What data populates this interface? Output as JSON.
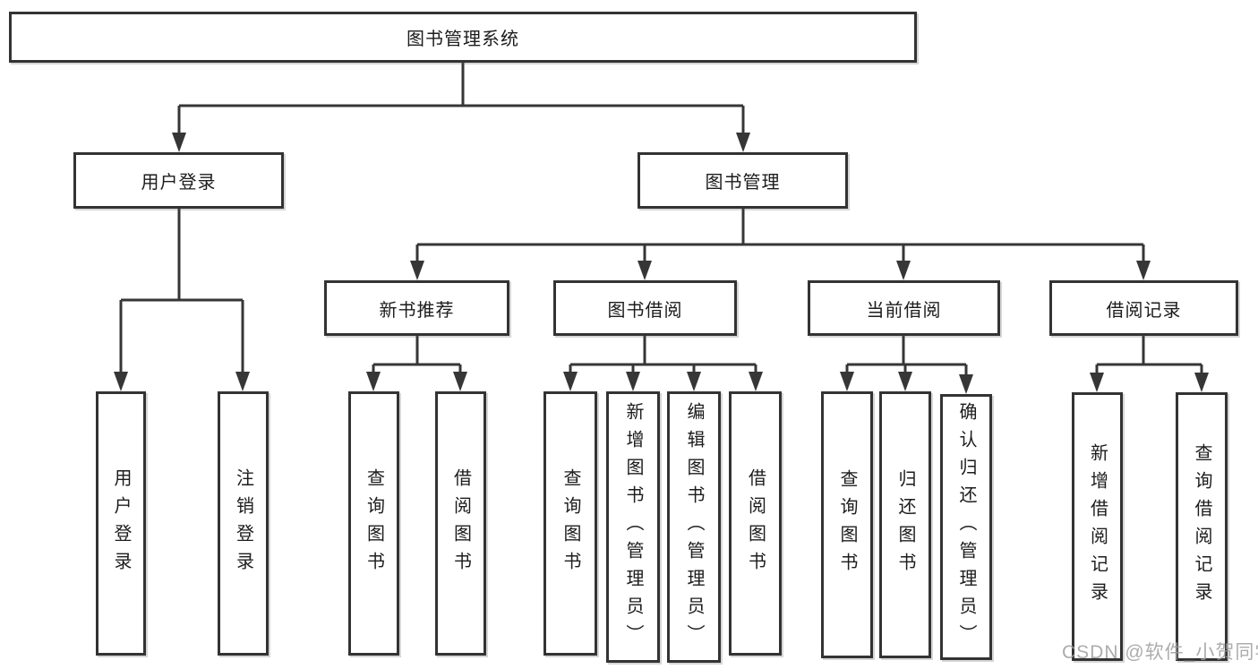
{
  "tree": {
    "label": "图书管理系统",
    "children": [
      {
        "label": "用户登录",
        "children": [
          {
            "label": "用户登录"
          },
          {
            "label": "注销登录"
          }
        ]
      },
      {
        "label": "图书管理",
        "children": [
          {
            "label": "新书推荐",
            "children": [
              {
                "label": "查询图书"
              },
              {
                "label": "借阅图书"
              }
            ]
          },
          {
            "label": "图书借阅",
            "children": [
              {
                "label": "查询图书"
              },
              {
                "label": "新增图书（管理员）"
              },
              {
                "label": "编辑图书（管理员）"
              },
              {
                "label": "借阅图书"
              }
            ]
          },
          {
            "label": "当前借阅",
            "children": [
              {
                "label": "查询图书"
              },
              {
                "label": "归还图书"
              },
              {
                "label": "确认归还（管理员）"
              }
            ]
          },
          {
            "label": "借阅记录",
            "children": [
              {
                "label": "新增借阅记录"
              },
              {
                "label": "查询借阅记录"
              }
            ]
          }
        ]
      }
    ]
  },
  "watermark": "CSDN @软件_小贺同学",
  "colors": {
    "line": "#363636",
    "border": "#333333",
    "text": "#1c1c1c",
    "watermark": "#9e9e9e",
    "background": "#ffffff"
  }
}
